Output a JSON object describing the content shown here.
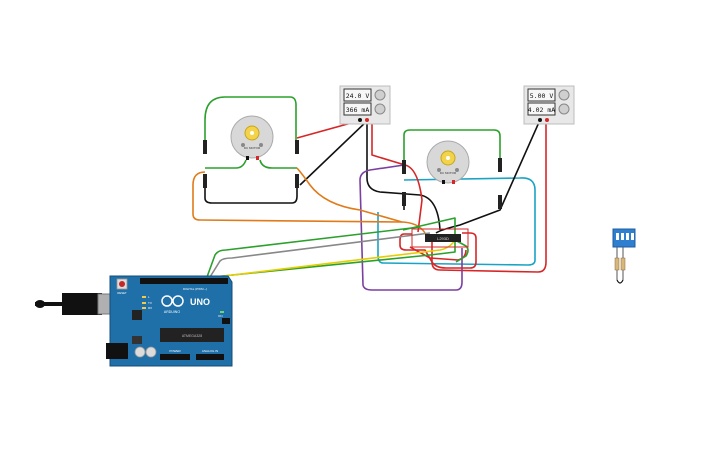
{
  "supply_left": {
    "voltage": "24.0 V",
    "current": "366 mA"
  },
  "supply_right": {
    "voltage": "5.00 V",
    "current": "4.02 mA"
  },
  "arduino": {
    "brand_text": "ARDUINO",
    "model_text": "UNO",
    "digital_label": "DIGITAL (PWM ~)",
    "power_label": "POWER",
    "analog_label": "ANALOG IN",
    "reset_label": "RESET",
    "on_label": "ON",
    "tx_label": "TX",
    "rx_label": "RX",
    "l_label": "L",
    "ic_label": "ATMEGA328"
  },
  "motor_left": {
    "label": "DC MOTOR"
  },
  "motor_right": {
    "label": "DC MOTOR"
  },
  "driver_chip": {
    "label": "L293D"
  },
  "colors": {
    "wire_green": "#2ca02c",
    "wire_red": "#d62728",
    "wire_black": "#111111",
    "wire_orange": "#e07b1a",
    "wire_yellow": "#e6cc00",
    "wire_gray": "#888888",
    "wire_teal": "#1aa3c4",
    "wire_purple": "#7b3fa0",
    "arduino_blue": "#1f6fa8",
    "dip_blue": "#2f7fd1"
  }
}
